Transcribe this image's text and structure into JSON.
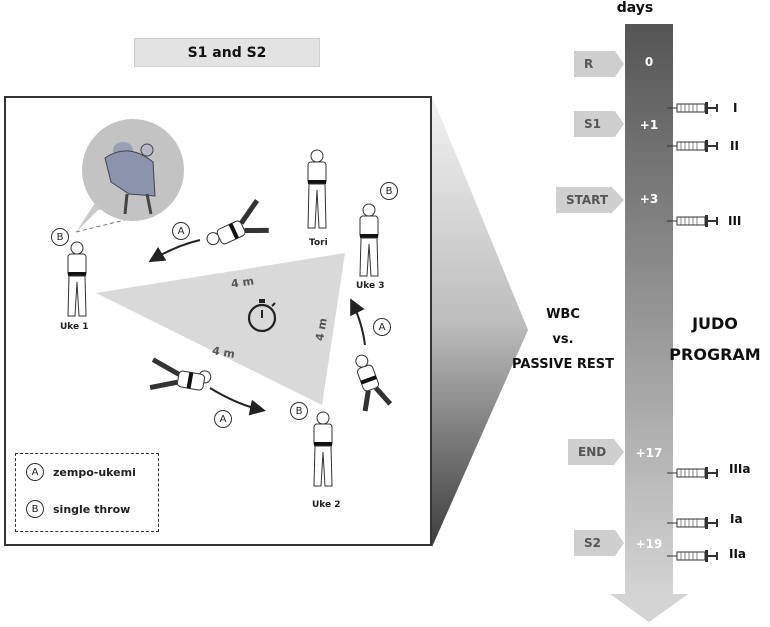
{
  "title": "S1 and S2",
  "legend": {
    "items": [
      {
        "key": "A",
        "label": "zempo-ukemi"
      },
      {
        "key": "B",
        "label": "single throw"
      }
    ]
  },
  "figures": {
    "uke1": "Uke 1",
    "uke2": "Uke 2",
    "uke3": "Uke 3",
    "tori": "Tori"
  },
  "distances": [
    "4 m",
    "4 m",
    "4 m"
  ],
  "markers": {
    "a": "A",
    "b": "B"
  },
  "timeline": {
    "header": "days",
    "days": [
      "0",
      "+1",
      "+3",
      "+17",
      "+19"
    ],
    "tags": [
      "R",
      "S1",
      "START",
      "END",
      "S2"
    ],
    "doses": [
      "I",
      "II",
      "III",
      "IIIa",
      "Ia",
      "IIa"
    ]
  },
  "condition": {
    "line1": "WBC",
    "line2": "vs.",
    "line3": "PASSIVE REST"
  },
  "program": {
    "line1": "JUDO",
    "line2": "PROGRAM"
  },
  "colors": {
    "timeline_top": "#555555",
    "timeline_bottom": "#d4d4d4",
    "tag": "#cfcfcf",
    "triangle": "#d9d9d9"
  }
}
